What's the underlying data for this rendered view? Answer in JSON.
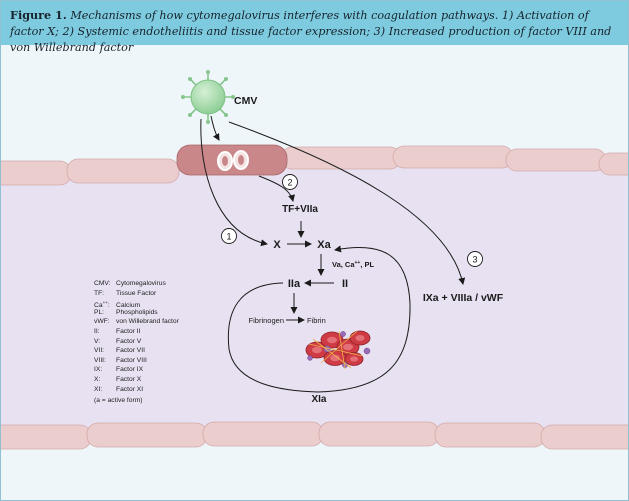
{
  "caption": {
    "label": "Figure 1.",
    "text": "Mechanisms of how cytomegalovirus interferes with coagulation pathways. 1) Activation of factor X; 2) Systemic endotheliitis and tissue factor expression; 3) Increased production of factor VIII and von Willebrand factor"
  },
  "diagram": {
    "cmv_label": "CMV",
    "pathway_numbers": [
      "1",
      "2",
      "3"
    ],
    "nodes": {
      "tf_viia": "TF+VIIa",
      "x": "X",
      "xa": "Xa",
      "cofactors": "Va, Ca",
      "cofactors_sup": "++",
      "cofactors_end": ", PL",
      "ii": "II",
      "iia": "IIa",
      "fibrinogen": "Fibrinogen",
      "fibrin": "Fibrin",
      "xia": "XIa",
      "ixa_viiia_vwf": "IXa + VIIIa / vWF"
    }
  },
  "legend": {
    "items": [
      {
        "abbr": "CMV:",
        "desc": "Cytomegalovirus"
      },
      {
        "abbr": "TF:",
        "desc": "Tissue Factor"
      },
      {
        "abbr": "Ca",
        "abbr_sup": "++",
        "abbr_end": ":",
        "desc": "Calcium"
      },
      {
        "abbr": "PL:",
        "desc": "Phospholipids"
      },
      {
        "abbr": "vWF:",
        "desc": "von Willebrand factor"
      },
      {
        "abbr": "II:",
        "desc": "Factor II"
      },
      {
        "abbr": "V:",
        "desc": "Factor V"
      },
      {
        "abbr": "VII:",
        "desc": "Factor VII"
      },
      {
        "abbr": "VIII:",
        "desc": "Factor VIII"
      },
      {
        "abbr": "IX:",
        "desc": "Factor IX"
      },
      {
        "abbr": "X:",
        "desc": "Factor X"
      },
      {
        "abbr": "XI:",
        "desc": "Factor XI"
      }
    ],
    "note": "(a = active form)"
  },
  "colors": {
    "caption_bar": "#7ecbe0",
    "vessel_lumen": "#e7e1f1",
    "endothelial_cell": "#ebcdcd",
    "infected_cell": "#c9878a",
    "virus": "#9fd6a4",
    "red_blood_cell": "#cf3b44",
    "platelet": "#9a6bb7"
  }
}
